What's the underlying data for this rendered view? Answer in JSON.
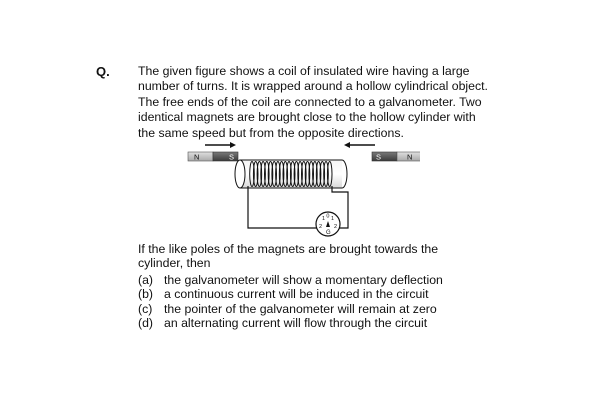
{
  "question": {
    "label": "Q.",
    "stem_lines": [
      "The given figure shows a coil of insulated wire having a large",
      "number of turns. It is wrapped around a hollow cylindrical object.",
      "The free ends of the coil are connected to a galvanometer. Two",
      "identical magnets are brought close to the hollow cylinder with",
      "the same speed but from the opposite directions."
    ],
    "lead_lines": [
      "If the like poles of the magnets are brought towards the",
      "cylinder, then"
    ],
    "options": [
      {
        "label": "(a)",
        "text": "the galvanometer will show a momentary deflection"
      },
      {
        "label": "(b)",
        "text": "a continuous current will be induced in the circuit"
      },
      {
        "label": "(c)",
        "text": "the pointer of the galvanometer will remain at zero"
      },
      {
        "label": "(d)",
        "text": "an alternating current will flow through the circuit"
      }
    ]
  },
  "figure": {
    "left_magnet": {
      "pole_outer": "N",
      "pole_inner": "S"
    },
    "right_magnet": {
      "pole_inner": "S",
      "pole_outer": "N"
    },
    "galvanometer": {
      "symbol": "G",
      "scale": [
        "2",
        "1",
        "0",
        "1",
        "2"
      ]
    },
    "colors": {
      "magnet_dark": "#5a5a5a",
      "magnet_light": "#c8c8c8",
      "wire": "#111111"
    },
    "icons": [
      "right-arrow-icon",
      "left-arrow-icon",
      "galvanometer-icon"
    ]
  }
}
